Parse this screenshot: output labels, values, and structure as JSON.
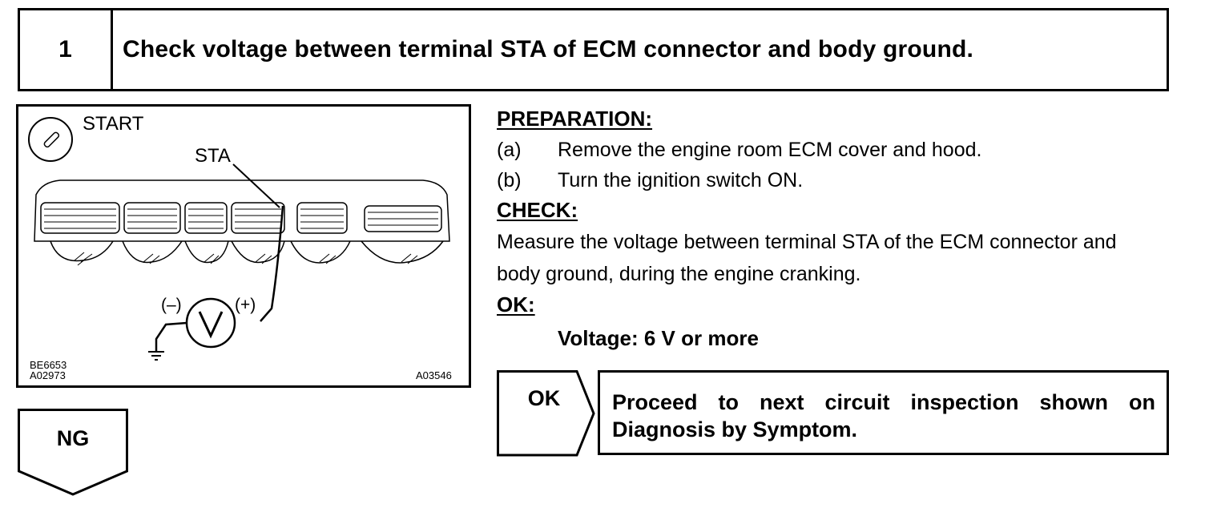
{
  "step": {
    "number": "1",
    "title": "Check voltage between terminal STA of ECM connector and body ground."
  },
  "figure": {
    "labels": {
      "switch": "START",
      "terminal": "STA",
      "minus": "(–)",
      "plus": "(+)",
      "meter": "V"
    },
    "codes": {
      "left_top": "BE6653",
      "left_bottom": "A02973",
      "right": "A03546"
    }
  },
  "preparation": {
    "heading": "PREPARATION:",
    "items": [
      {
        "mark": "(a)",
        "text": "Remove the engine room ECM cover and hood."
      },
      {
        "mark": "(b)",
        "text": "Turn the ignition switch ON."
      }
    ]
  },
  "check": {
    "heading": "CHECK:",
    "text": "Measure the voltage between terminal STA of the ECM connector and body ground, during the engine cranking."
  },
  "ok": {
    "heading": "OK:",
    "spec": "Voltage: 6 V or more"
  },
  "result_ok": {
    "label": "OK",
    "text": "Proceed to next circuit inspection shown on Diagnosis by Symptom."
  },
  "result_ng": {
    "label": "NG"
  }
}
